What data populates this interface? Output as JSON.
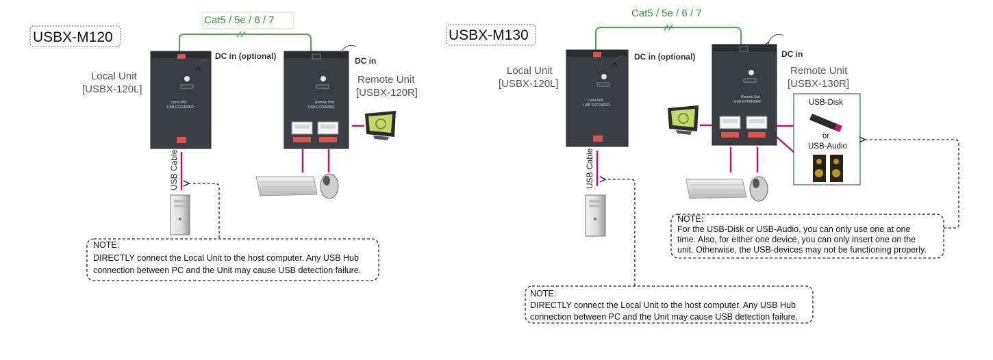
{
  "m120": {
    "title": "USBX-M120",
    "cable_label": "Cat5 / 5e / 6 / 7",
    "local_unit": {
      "label": "Local Unit",
      "model": "[USBX-120L]"
    },
    "remote_unit": {
      "label": "Remote Unit",
      "model": "[USBX-120R]"
    },
    "dc_local": "DC in (optional)",
    "dc_remote": "DC in",
    "usb_cable": "USB Cable",
    "note": {
      "heading": "NOTE:",
      "line1": "DIRECTLY connect the Local Unit to the host computer. Any USB Hub",
      "line2": "connection between PC and the Unit may cause USB detection failure."
    }
  },
  "m130": {
    "title": "USBX-M130",
    "cable_label": "Cat5 / 5e / 6 / 7",
    "local_unit": {
      "label": "Local Unit",
      "model": "[USBX-120L]"
    },
    "remote_unit": {
      "label": "Remote Unit",
      "model": "[USBX-130R]"
    },
    "dc_local": "DC in (optional)",
    "dc_remote": "DC in",
    "usb_cable": "USB Cable",
    "device_box": {
      "disk": "USB-Disk",
      "or": "or",
      "audio": "USB-Audio"
    },
    "note_host": {
      "heading": "NOTE:",
      "line1": "DIRECTLY connect the Local Unit to the host computer. Any USB Hub",
      "line2": "connection between PC and the Unit may cause USB detection failure."
    },
    "note_device": {
      "heading": "NOTE:",
      "line1": "For the USB-Disk or USB-Audio, you can only use one at one",
      "line2": "time. Also, for either one device, you can only insert one on the",
      "line3": "unit. Otherwise, the USB-devices may not be functioning properly."
    }
  },
  "unit_face": {
    "local_caption": "Local Unit",
    "remote_caption": "Remote Unit",
    "brand": "USB EXTENDER"
  },
  "colors": {
    "cat_cable": "#4aa84a",
    "usb_cable": "#c0146e",
    "device_box_border": "#3a5fa8"
  }
}
